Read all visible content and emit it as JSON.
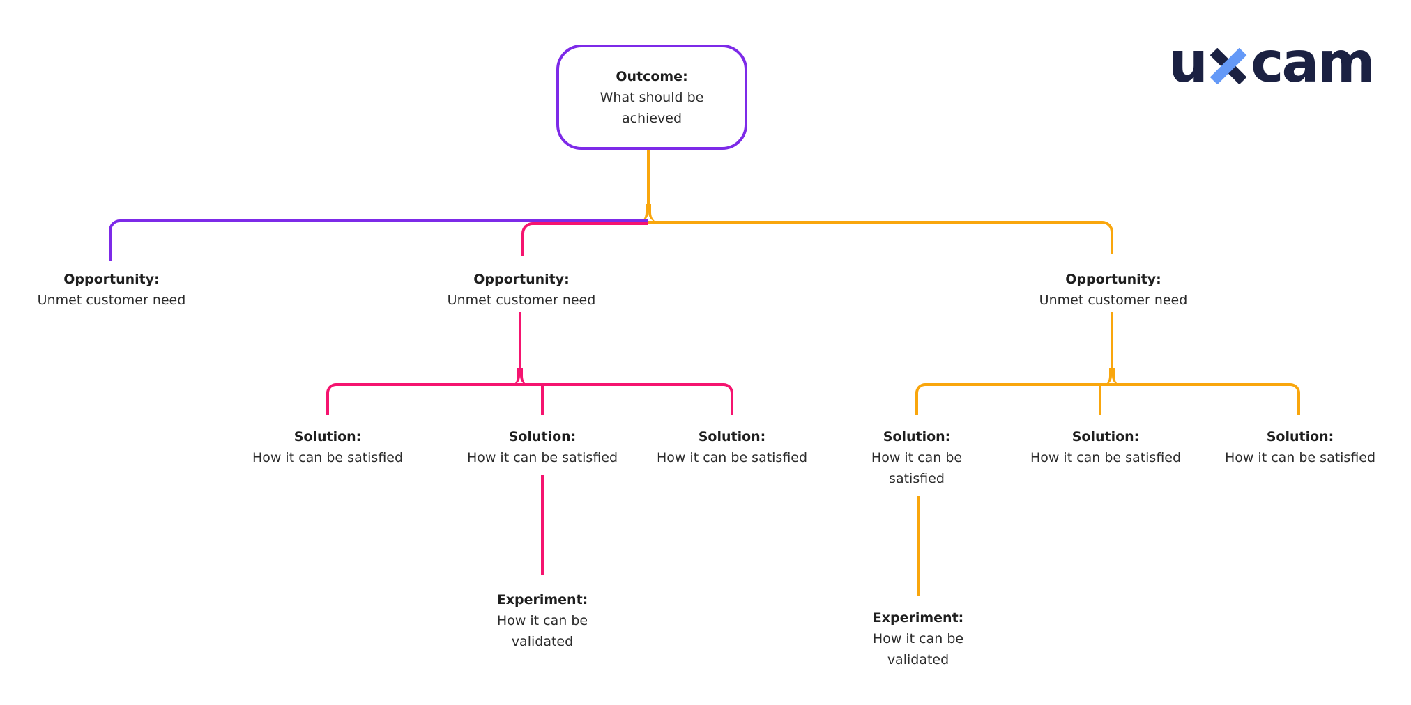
{
  "brand": {
    "name": "uxcam",
    "left": "u",
    "x": "x",
    "right": "cam"
  },
  "palette": {
    "purple": "#7D2AE8",
    "pink": "#F5146F",
    "orange": "#F9A60D",
    "navy": "#1B2142",
    "blue": "#6499F7",
    "text": "#2B2B2B"
  },
  "outcome": {
    "title": "Outcome:",
    "line1": "What should be",
    "line2": "achieved"
  },
  "opportunities": [
    {
      "title": "Opportunity:",
      "desc": "Unmet customer need"
    },
    {
      "title": "Opportunity:",
      "desc": "Unmet customer need"
    },
    {
      "title": "Opportunity:",
      "desc": "Unmet customer need"
    }
  ],
  "solutions": [
    {
      "title": "Solution:",
      "line1": "How it can be satisfied"
    },
    {
      "title": "Solution:",
      "line1": "How it can be satisfied"
    },
    {
      "title": "Solution:",
      "line1": "How it can be satisfied"
    },
    {
      "title": "Solution:",
      "line1": "How it can be",
      "line2": "satisfied"
    },
    {
      "title": "Solution:",
      "line1": "How it can be satisfied"
    },
    {
      "title": "Solution:",
      "line1": "How it can be satisfied"
    }
  ],
  "experiments": [
    {
      "title": "Experiment:",
      "line1": "How it can be",
      "line2": "validated"
    },
    {
      "title": "Experiment:",
      "line1": "How it can be",
      "line2": "validated"
    }
  ]
}
